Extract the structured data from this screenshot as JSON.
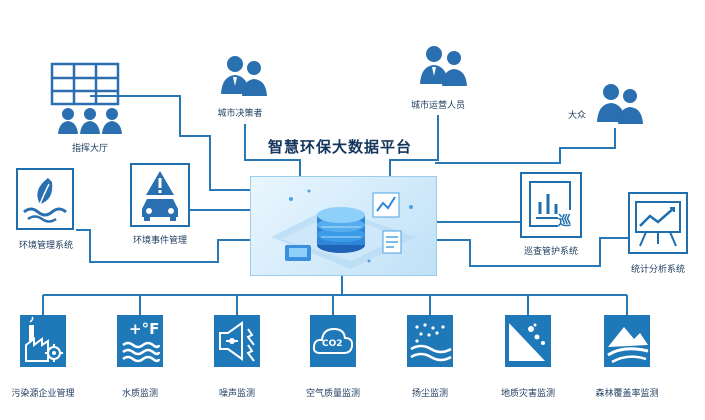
{
  "title": "智慧环保大数据平台",
  "users": {
    "decision_makers": "城市决策者",
    "operators": "城市运营人员",
    "public": "大众"
  },
  "command_center": "指挥大厅",
  "systems": {
    "env_management": "环境管理系统",
    "incident_management": "环境事件管理",
    "patrol_control": "巡查管护系统",
    "statistics": "统计分析系统"
  },
  "patrol_glyph": "巡",
  "co2_glyph": "CO2",
  "temp_glyph": "+°F",
  "monitors": [
    {
      "label": "污染源企业管理",
      "icon": "factory-icon"
    },
    {
      "label": "水质监测",
      "icon": "water-quality-icon"
    },
    {
      "label": "噪声监测",
      "icon": "noise-icon"
    },
    {
      "label": "空气质量监测",
      "icon": "air-quality-icon"
    },
    {
      "label": "扬尘监测",
      "icon": "dust-icon"
    },
    {
      "label": "地质灾害监测",
      "icon": "landslide-icon"
    },
    {
      "label": "森林覆盖率监测",
      "icon": "forest-icon"
    }
  ],
  "colors": {
    "line": "#2878b5",
    "tile": "#1f78b8",
    "text": "#1b3a5c"
  }
}
